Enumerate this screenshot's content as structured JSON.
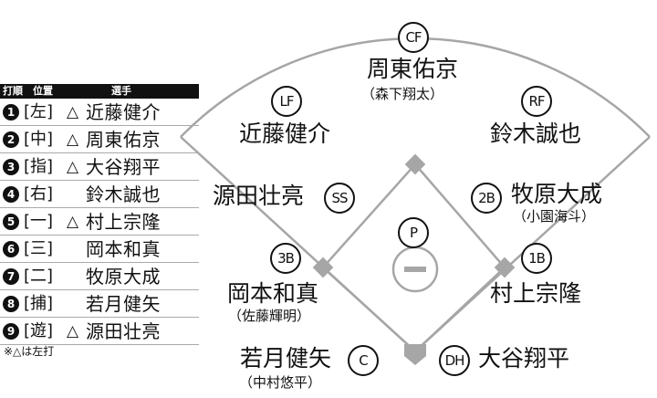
{
  "lineup_header": {
    "order": "打順",
    "position": "位置",
    "player": "選手"
  },
  "lineup": [
    {
      "num": "1",
      "pos": "[左]",
      "bat": "△",
      "name": "近藤健介"
    },
    {
      "num": "2",
      "pos": "[中]",
      "bat": "△",
      "name": "周東佑京"
    },
    {
      "num": "3",
      "pos": "[指]",
      "bat": "△",
      "name": "大谷翔平"
    },
    {
      "num": "4",
      "pos": "[右]",
      "bat": "",
      "name": "鈴木誠也"
    },
    {
      "num": "5",
      "pos": "[一]",
      "bat": "△",
      "name": "村上宗隆"
    },
    {
      "num": "6",
      "pos": "[三]",
      "bat": "",
      "name": "岡本和真"
    },
    {
      "num": "7",
      "pos": "[二]",
      "bat": "",
      "name": "牧原大成"
    },
    {
      "num": "8",
      "pos": "[捕]",
      "bat": "",
      "name": "若月健矢"
    },
    {
      "num": "9",
      "pos": "[遊]",
      "bat": "△",
      "name": "源田壮亮"
    }
  ],
  "footnote": "※△は左打",
  "field": {
    "cf": {
      "badge": "CF",
      "name": "周東佑京",
      "sub": "（森下翔太）"
    },
    "lf": {
      "badge": "LF",
      "name": "近藤健介"
    },
    "rf": {
      "badge": "RF",
      "name": "鈴木誠也"
    },
    "ss": {
      "badge": "SS",
      "name": "源田壮亮"
    },
    "b2": {
      "badge": "2B",
      "name": "牧原大成",
      "sub": "（小園海斗）"
    },
    "p": {
      "badge": "P"
    },
    "b3": {
      "badge": "3B",
      "name": "岡本和真",
      "sub": "（佐藤輝明）"
    },
    "b1": {
      "badge": "1B",
      "name": "村上宗隆"
    },
    "c": {
      "badge": "C",
      "name": "若月健矢",
      "sub": "（中村悠平）"
    },
    "dh": {
      "badge": "DH",
      "name": "大谷翔平"
    }
  },
  "colors": {
    "lines": "#a6a6a6",
    "bases": "#a6a6a6",
    "ink": "#111111"
  }
}
